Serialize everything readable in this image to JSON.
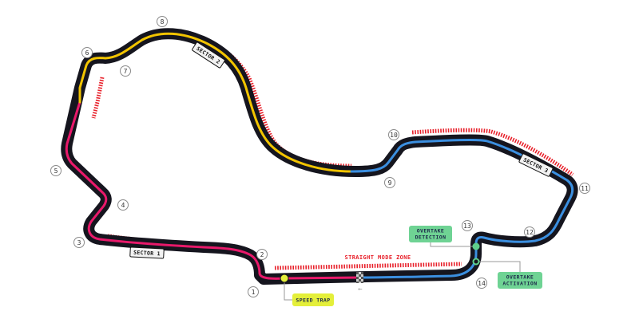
{
  "colors": {
    "track": "#15151e",
    "sector1": "#e8196a",
    "sector2": "#f2c400",
    "sector3": "#3b8fe0",
    "kerb": "#e8202a",
    "speed_trap": "#e4ef3a",
    "overtake": "#5fcf8a",
    "zone_label": "#e8202a"
  },
  "sectors": [
    {
      "label": "SECTOR 1"
    },
    {
      "label": "SECTOR 2"
    },
    {
      "label": "SECTOR 3"
    }
  ],
  "turns": [
    "1",
    "2",
    "3",
    "4",
    "5",
    "6",
    "7",
    "8",
    "9",
    "10",
    "11",
    "12",
    "13",
    "14"
  ],
  "zones": {
    "straight_mode": "STRAIGHT MODE ZONE"
  },
  "callouts": {
    "speed_trap": "SPEED TRAP",
    "overtake_detection": [
      "OVERTAKE",
      "DETECTION"
    ],
    "overtake_activation": [
      "OVERTAKE",
      "ACTIVATION"
    ]
  },
  "direction_arrow": "←"
}
